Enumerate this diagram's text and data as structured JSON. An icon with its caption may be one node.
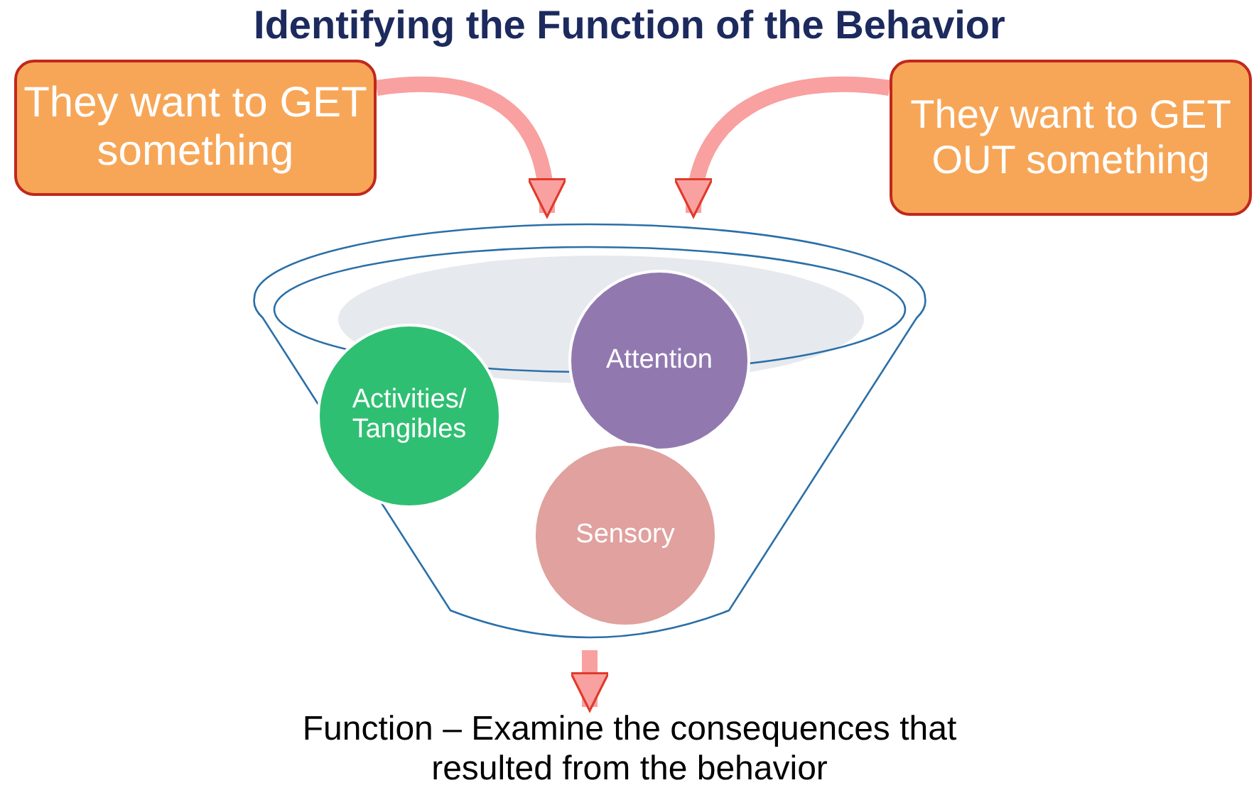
{
  "diagram": {
    "title": "Identifying the Function of the Behavior",
    "nodes": [
      {
        "text": [
          "They want to GET something"
        ]
      },
      {
        "text": [
          "They want to GET OUT something"
        ]
      },
      {
        "text": [],
        "shape": "funnel"
      },
      {
        "text": [
          "Activities/ Tangibles"
        ],
        "in": 2
      },
      {
        "text": [
          "Attention"
        ],
        "in": 2
      },
      {
        "text": [
          "Sensory"
        ],
        "in": 2
      },
      {
        "text": [
          "Function – Examine the consequences that resulted from the behavior"
        ]
      }
    ],
    "edges": [
      {
        "from": 0,
        "to": 2,
        "arrow": "to"
      },
      {
        "from": 1,
        "to": 2,
        "arrow": "to"
      },
      {
        "from": 2,
        "to": 6,
        "arrow": "to"
      }
    ]
  }
}
